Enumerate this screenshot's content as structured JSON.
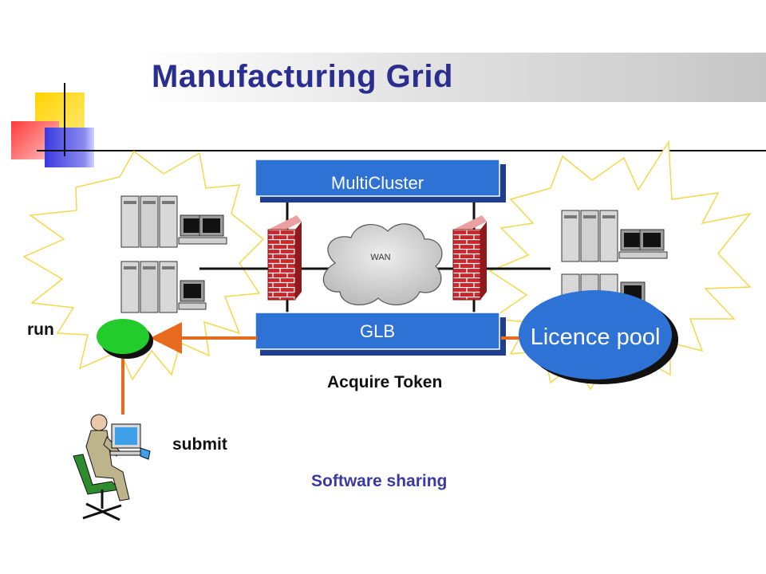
{
  "title": "Manufacturing Grid",
  "nodes": {
    "multicluster": "MultiCluster",
    "glb": "GLB",
    "wan": "WAN",
    "licence_pool": "Licence pool"
  },
  "labels": {
    "run": "run",
    "acquire_token": "Acquire Token",
    "submit": "submit",
    "caption": "Software sharing"
  },
  "colors": {
    "title": "#2a2f8f",
    "box_blue": "#2f72d6",
    "box_text": "#ffffff",
    "arrow": "#e86a1e",
    "caption": "#3a3aa0",
    "run_node": "#22cc2a",
    "licence_pool": "#2f72d6"
  }
}
